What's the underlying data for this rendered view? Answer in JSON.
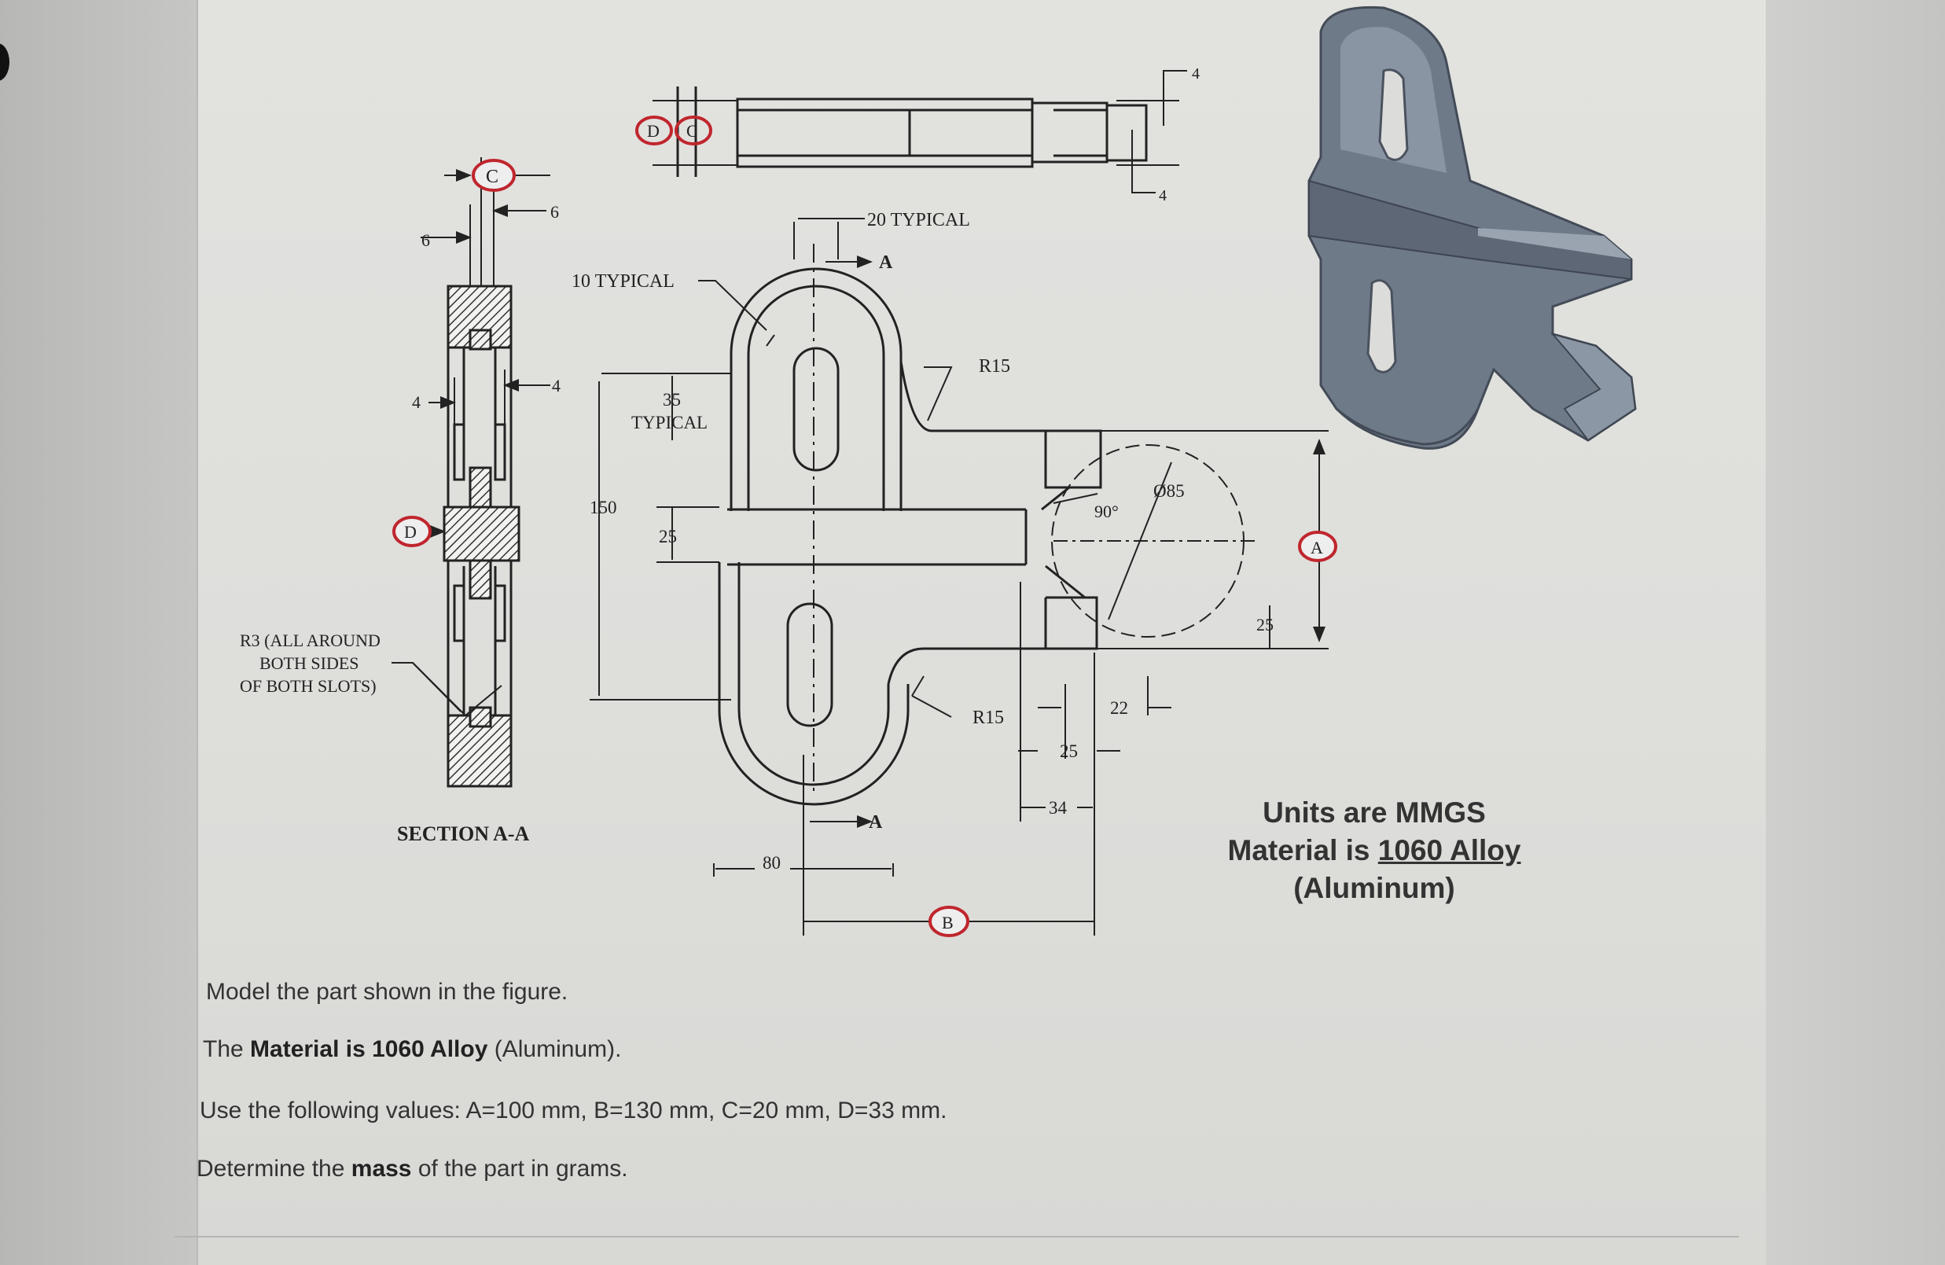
{
  "figure": {
    "labels": {
      "c": "C",
      "d": "D",
      "a": "A",
      "b": "B",
      "six": "6",
      "four": "4",
      "ten_typical": "10 TYPICAL",
      "twenty_typical": "20 TYPICAL",
      "thirtyfive": "35",
      "typical": "TYPICAL",
      "one_fifty": "150",
      "twentyfive": "25",
      "r15": "R15",
      "ninety": "90°",
      "dia85": "Ø85",
      "twentytwo": "22",
      "thirtyfour": "34",
      "eighty": "80",
      "r3_line1": "R3 (ALL AROUND",
      "r3_line2": "BOTH SIDES",
      "r3_line3": "OF BOTH SLOTS)",
      "section": "SECTION A-A"
    },
    "units_line1": "Units are MMGS",
    "units_prefix": "Material is ",
    "units_material": "1060 Alloy",
    "units_suffix": " (Aluminum)"
  },
  "question": {
    "line1": "Model the part shown in the figure.",
    "line2_prefix": "The ",
    "line2_bold": "Material is 1060 Alloy",
    "line2_suffix": " (Aluminum).",
    "line3": "Use the following values: A=100 mm, B=130 mm, C=20 mm, D=33 mm.",
    "line4_prefix": "Determine the ",
    "line4_bold": "mass",
    "line4_suffix": " of the part in grams."
  },
  "colors": {
    "callout": "#c0262d",
    "line": "#222222",
    "model_face": "#7e8896",
    "panel": "#e0e0dd"
  }
}
